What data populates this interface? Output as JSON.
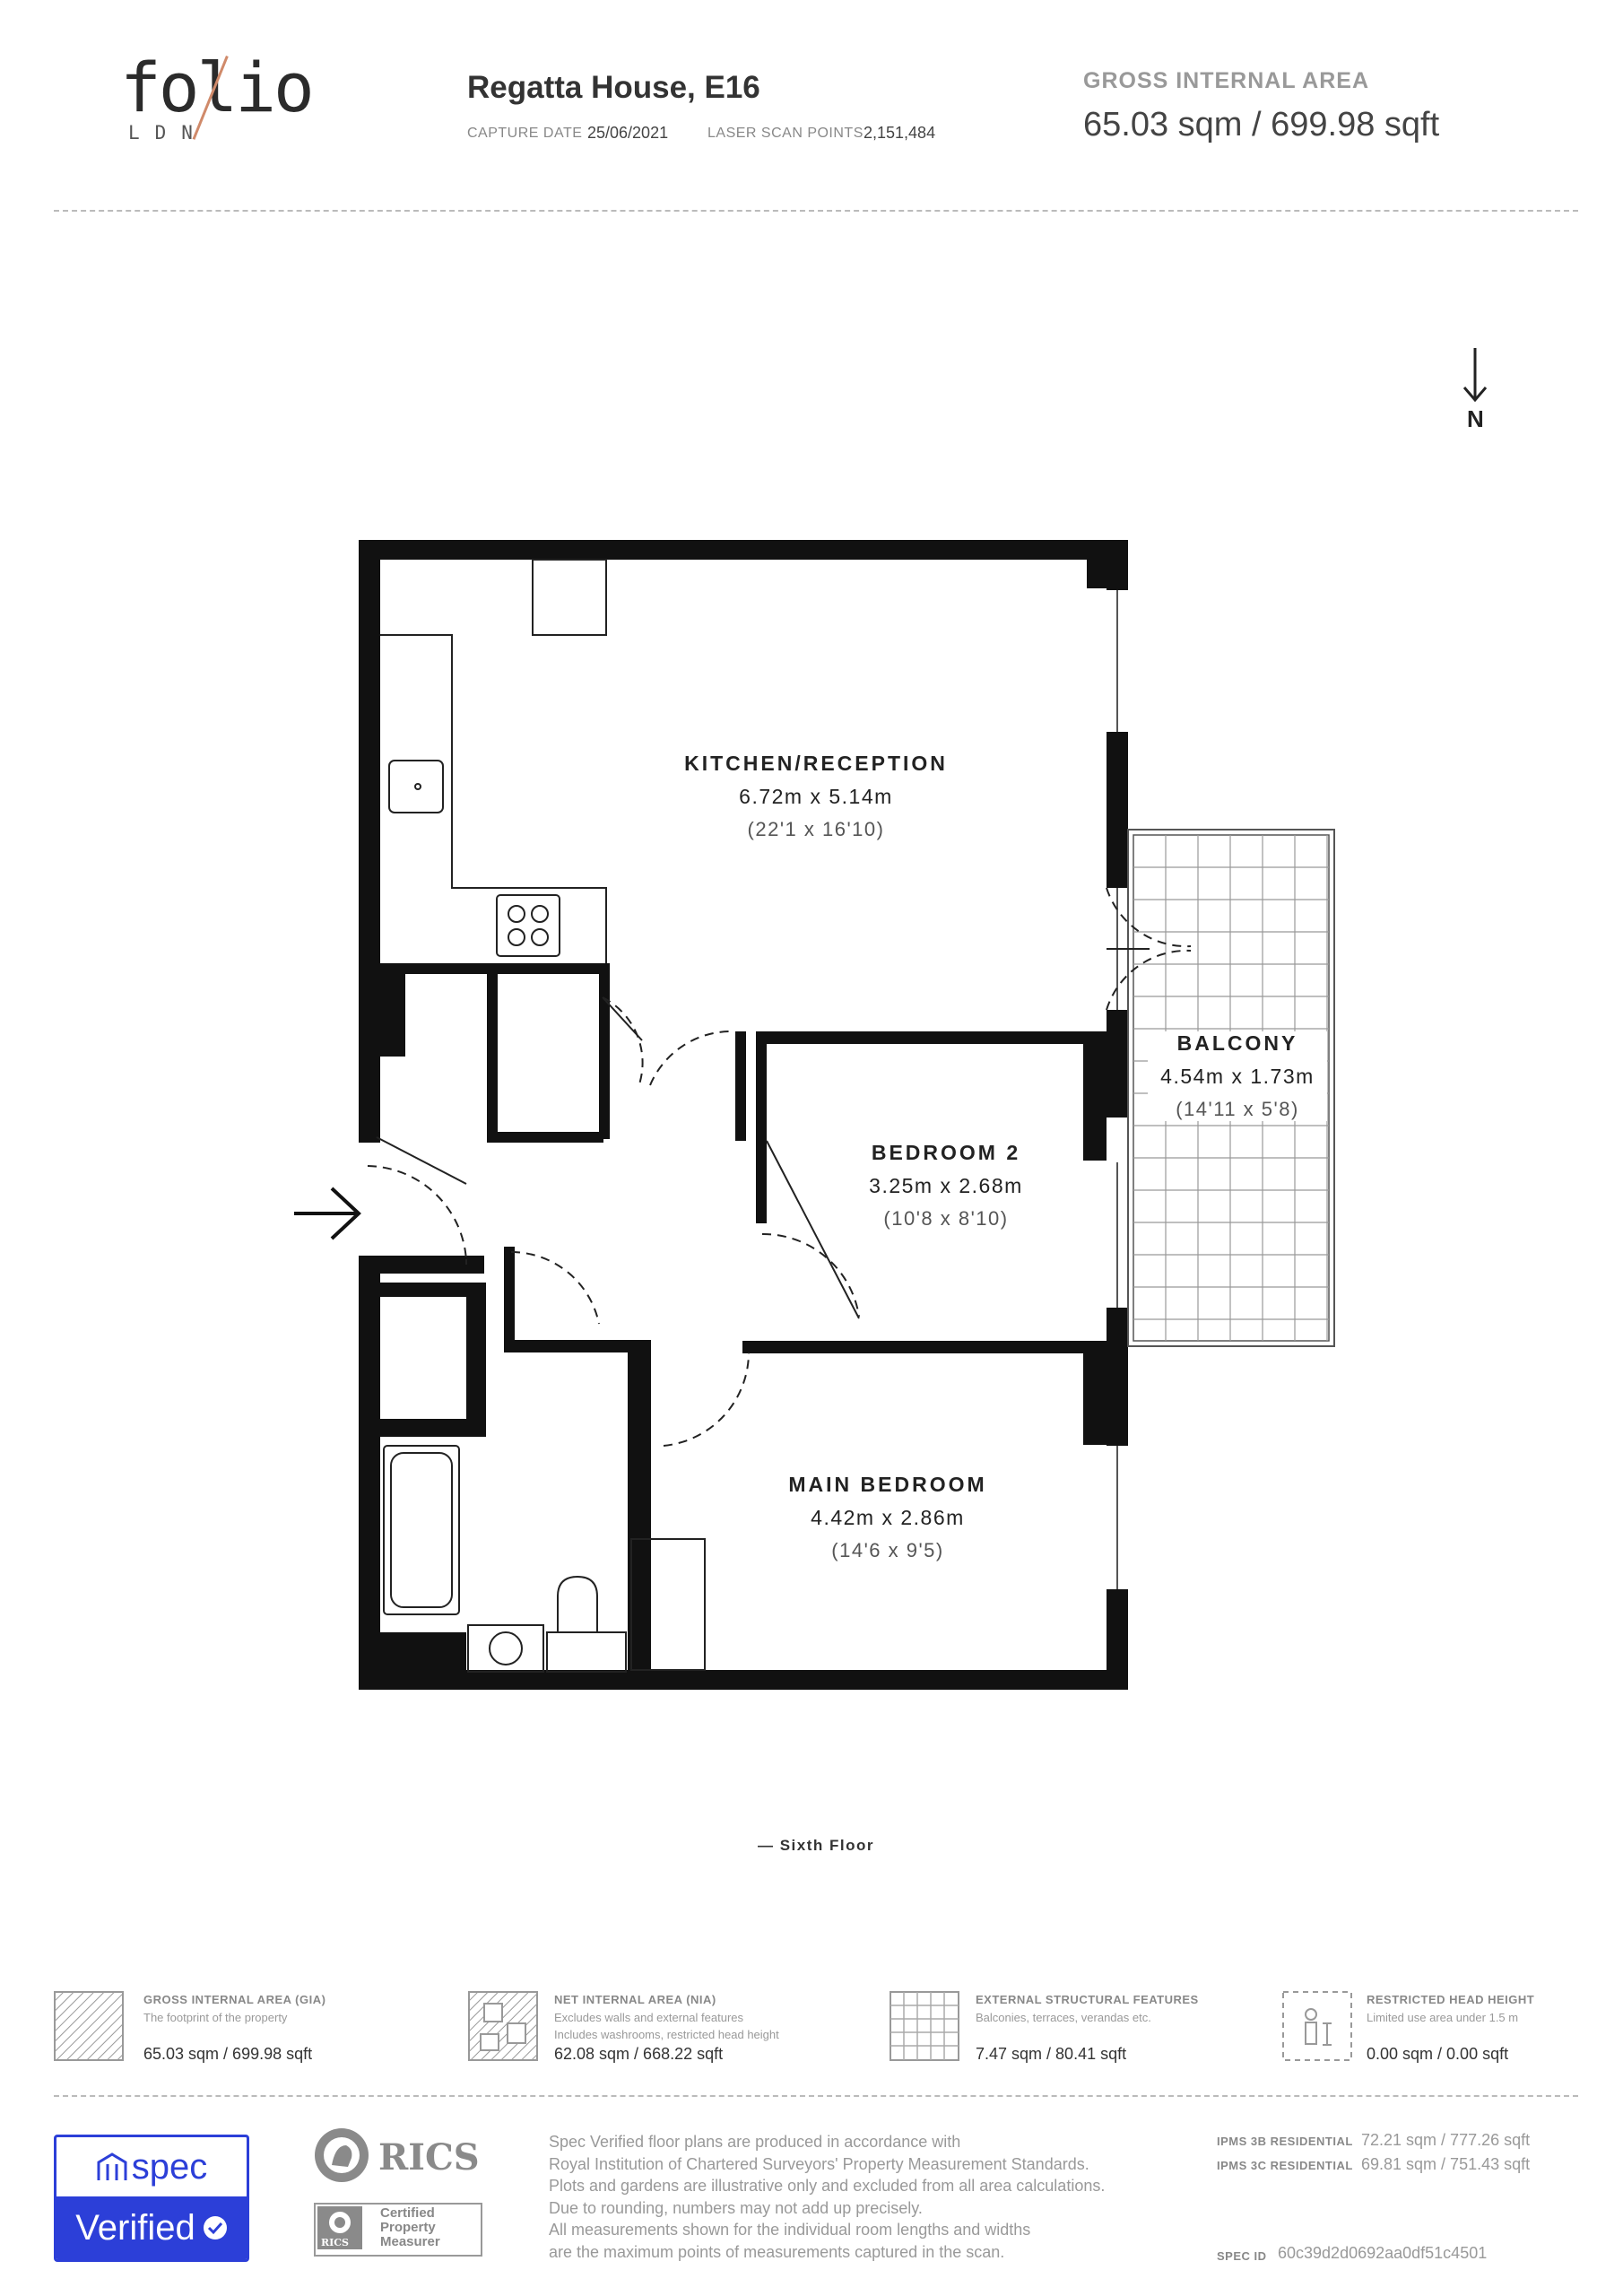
{
  "header": {
    "logo_word": "folio",
    "logo_sub": "LDN",
    "property_title": "Regatta House, E16",
    "capture_date_label": "CAPTURE DATE",
    "capture_date": "25/06/2021",
    "scan_points_label": "LASER SCAN POINTS",
    "scan_points": "2,151,484",
    "gia_label": "GROSS INTERNAL AREA",
    "gia_value": "65.03 sqm / 699.98 sqft"
  },
  "plan": {
    "north_label": "N",
    "floor_label": "— Sixth Floor",
    "rooms": [
      {
        "name": "KITCHEN/RECEPTION",
        "metric": "6.72m x 5.14m",
        "imperial": "(22'1 x 16'10)"
      },
      {
        "name": "BALCONY",
        "metric": "4.54m x 1.73m",
        "imperial": "(14'11 x 5'8)"
      },
      {
        "name": "BEDROOM 2",
        "metric": "3.25m x 2.68m",
        "imperial": "(10'8 x 8'10)"
      },
      {
        "name": "MAIN BEDROOM",
        "metric": "4.42m x 2.86m",
        "imperial": "(14'6 x 9'5)"
      }
    ]
  },
  "legend": [
    {
      "title": "GROSS INTERNAL AREA (GIA)",
      "desc": [
        "The footprint of the property"
      ],
      "value": "65.03 sqm / 699.98 sqft",
      "icon": "hatched-area-icon"
    },
    {
      "title": "NET INTERNAL AREA (NIA)",
      "desc": [
        "Excludes walls and external features",
        "Includes washrooms, restricted head height"
      ],
      "value": "62.08 sqm / 668.22 sqft",
      "icon": "net-area-icon"
    },
    {
      "title": "EXTERNAL STRUCTURAL FEATURES",
      "desc": [
        "Balconies, terraces, verandas etc."
      ],
      "value": "7.47 sqm / 80.41 sqft",
      "icon": "grid-area-icon"
    },
    {
      "title": "RESTRICTED HEAD HEIGHT",
      "desc": [
        "Limited use area under 1.5 m"
      ],
      "value": "0.00 sqm / 0.00 sqft",
      "icon": "head-height-icon"
    }
  ],
  "footer": {
    "spec_top": "spec",
    "spec_bottom": "Verified",
    "rics_word": "RICS",
    "rics_small": "RICS",
    "certified": [
      "Certified",
      "Property",
      "Measurer"
    ],
    "disclaimer": [
      "Spec Verified floor plans are produced in accordance with",
      "Royal Institution of Chartered Surveyors' Property Measurement Standards.",
      "Plots and gardens are illustrative only and excluded from all area calculations.",
      "Due to rounding, numbers may not add up precisely.",
      "All measurements shown for the individual room lengths and widths",
      "are the maximum points of measurements captured in the scan."
    ],
    "ipms": [
      {
        "label": "IPMS 3B RESIDENTIAL",
        "value": "72.21 sqm / 777.26 sqft"
      },
      {
        "label": "IPMS 3C RESIDENTIAL",
        "value": "69.81 sqm / 751.43 sqft"
      }
    ],
    "spec_id_label": "SPEC ID",
    "spec_id": "60c39d2d0692aa0df51c4501"
  },
  "colors": {
    "wall": "#111111",
    "accent": "#2c3fd8",
    "logo_slash": "#d08a6a"
  }
}
